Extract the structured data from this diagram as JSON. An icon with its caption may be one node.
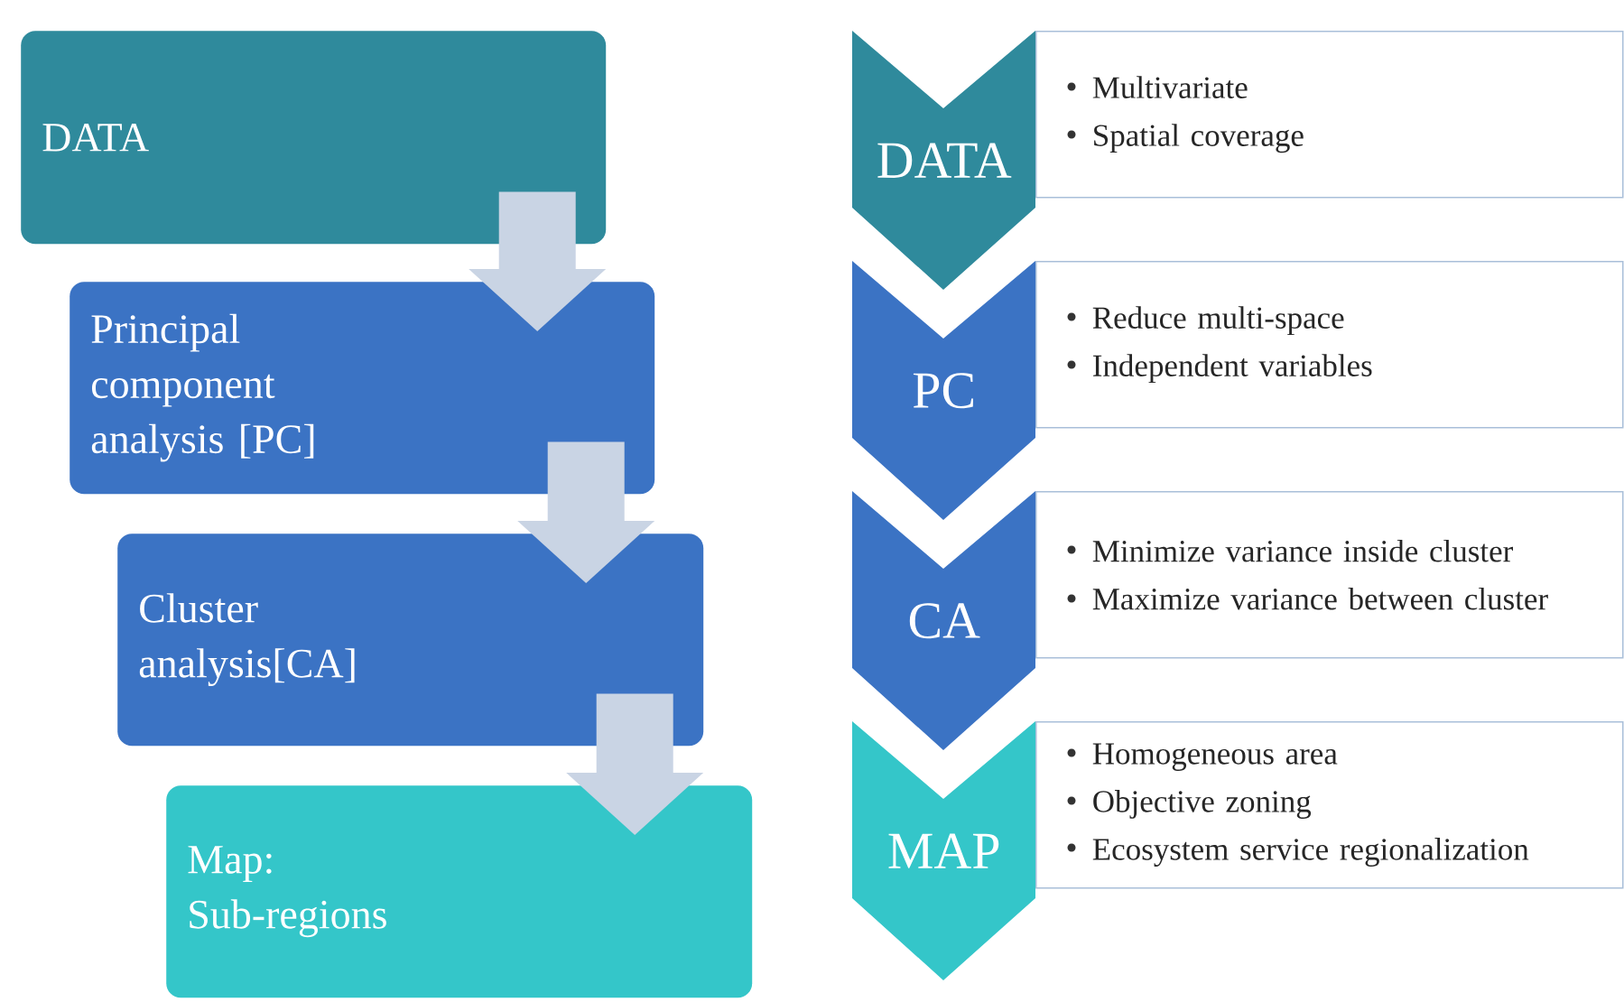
{
  "diagram": {
    "nodes": [
      {
        "text": [
          "DATA"
        ]
      },
      {
        "text": [
          "Principal component analysis [PC]"
        ]
      },
      {
        "text": [
          "Cluster analysis[CA]"
        ]
      },
      {
        "text": [
          "Map: Sub-regions"
        ]
      },
      {
        "text": [
          "DATA"
        ]
      },
      {
        "text": [
          "Multivariate",
          "Spatial coverage"
        ]
      },
      {
        "text": [
          "PC"
        ]
      },
      {
        "text": [
          "Reduce multi-space",
          "Independent variables"
        ]
      },
      {
        "text": [
          "CA"
        ]
      },
      {
        "text": [
          "Minimize variance inside cluster",
          "Maximize variance between cluster"
        ]
      },
      {
        "text": [
          "MAP"
        ]
      },
      {
        "text": [
          "Homogeneous area",
          "Objective zoning",
          "Ecosystem service regionalization"
        ]
      }
    ],
    "edges": [
      {
        "from": 0,
        "to": 1,
        "arrow": "to"
      },
      {
        "from": 1,
        "to": 2,
        "arrow": "to"
      },
      {
        "from": 2,
        "to": 3,
        "arrow": "to"
      }
    ]
  }
}
